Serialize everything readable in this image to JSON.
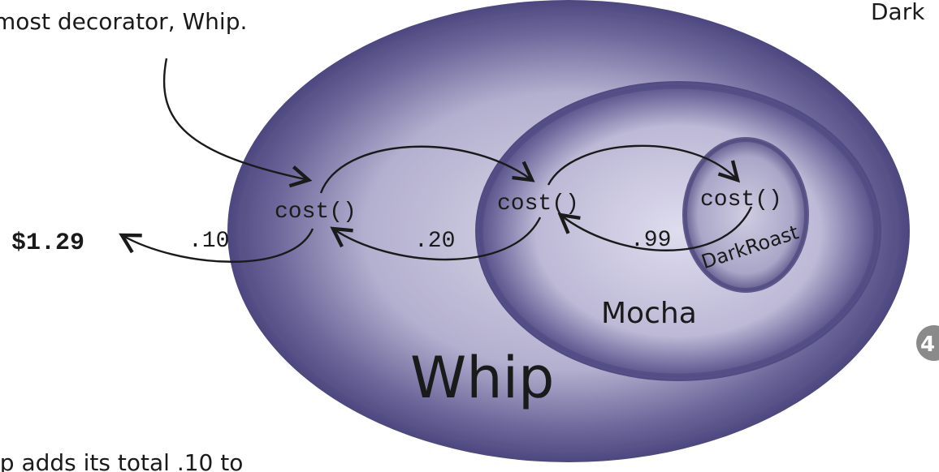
{
  "annotations": {
    "top_left": "most decorator, Whip.",
    "top_right": "Dark",
    "bottom_left": "ip adds its total .10 to"
  },
  "layers": {
    "outer": "Whip",
    "middle": "Mocha",
    "inner": "DarkRoast"
  },
  "calls": {
    "whip": "cost()",
    "mocha": "cost()",
    "darkroast": "cost()"
  },
  "values": {
    "total": "$1.29",
    "whip": ".10",
    "mocha": ".20",
    "darkroast": ".99"
  },
  "step_badge": "4",
  "colors": {
    "outer_fill": "#6a6496",
    "middle_fill": "#7c77a6",
    "inner_fill": "#8d88b3",
    "ink": "#1a1a1a"
  }
}
